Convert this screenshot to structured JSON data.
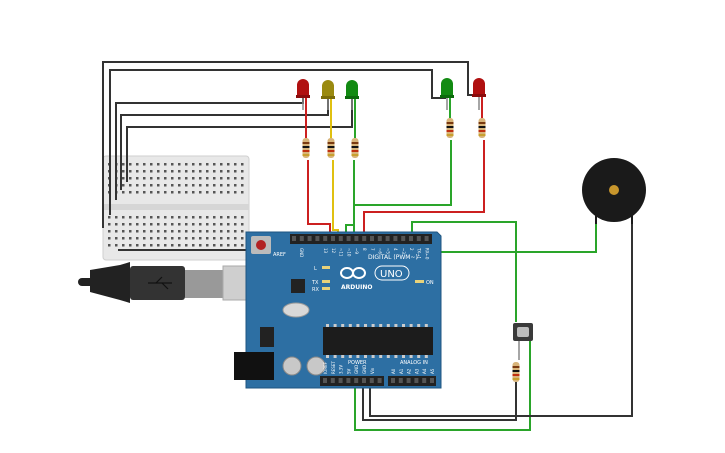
{
  "board": {
    "brand": "ARDUINO",
    "model": "UNO",
    "digital_label": "DIGITAL (PWM~)",
    "power_label": "POWER",
    "analog_label": "ANALOG IN",
    "on_label": "ON",
    "l_label": "L",
    "tx_label": "TX",
    "rx_label": "RX",
    "aref_label": "AREF",
    "gnd_label": "GND",
    "digital_pins": [
      "13",
      "12",
      "~11",
      "~10",
      "~9",
      "8",
      "7",
      "~6",
      "~5",
      "4",
      "~3",
      "2",
      "TX→1",
      "RX←0"
    ],
    "power_pins": [
      "IOREF",
      "RESET",
      "3.3V",
      "5V",
      "GND",
      "GND",
      "Vin"
    ],
    "analog_pins": [
      "A0",
      "A1",
      "A2",
      "A3",
      "A4",
      "A5"
    ]
  },
  "components": {
    "led_colors": {
      "red": "#b01010",
      "yellow": "#9a8a10",
      "green": "#128a12"
    },
    "wire_colors": {
      "black": "#333333",
      "red": "#cc2020",
      "yellow": "#e0c010",
      "green": "#2aa52a"
    },
    "board_color": "#2d6fa3",
    "buzzer_color": "#1a1a1a"
  }
}
